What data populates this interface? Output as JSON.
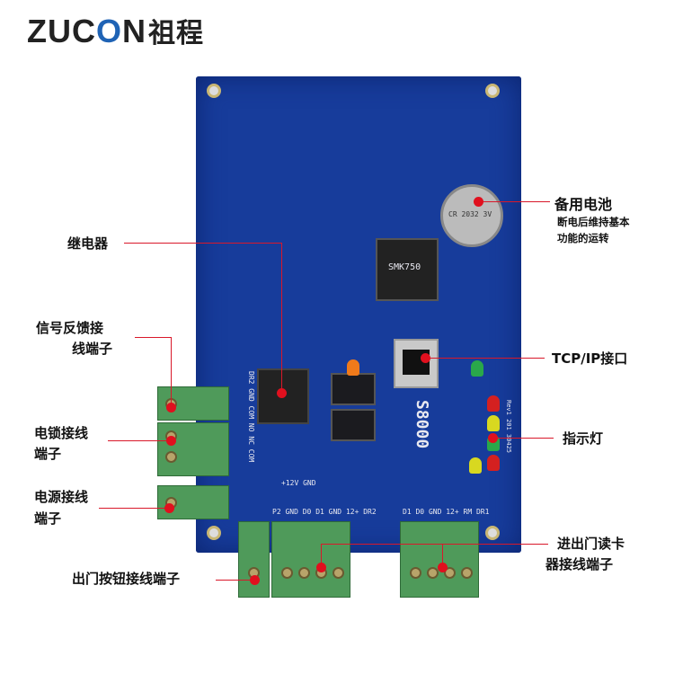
{
  "logo": {
    "brand_a": "ZUC",
    "brand_o": "O",
    "brand_b": "N",
    "brand_cn": "祖程"
  },
  "board": {
    "model": "S8000",
    "cpu": "SMK750",
    "battery": "CR 2032 3V",
    "ports_left": [
      "DR2",
      "GND",
      "COM",
      "NO",
      "NC",
      "COM"
    ],
    "power": "+12V GND",
    "bottom_left": [
      "P2 GND",
      "D0",
      "D1",
      "GND",
      "12+",
      "DR2"
    ],
    "bottom_right": [
      "D1",
      "D0",
      "GND",
      "12+",
      "RM"
    ],
    "rev": "Rev1 201 30425",
    "dr1": "DR1"
  },
  "annotations": {
    "battery": {
      "title": "备用电池",
      "line1": "断电后维持基本",
      "line2": "功能的运转"
    },
    "relay": "继电器",
    "feedback": {
      "line1": "信号反馈接",
      "line2": "线端子"
    },
    "tcpip": "TCP/IP接口",
    "lock": {
      "line1": "电锁接线",
      "line2": "端子"
    },
    "indicator": "指示灯",
    "power": {
      "line1": "电源接线",
      "line2": "端子"
    },
    "reader": {
      "line1": "进出门读卡",
      "line2": "器接线端子"
    },
    "exit_button": "出门按钮接线端子"
  },
  "colors": {
    "board": "#173c9b",
    "accent": "#d9182a",
    "brand": "#1f63b5"
  }
}
